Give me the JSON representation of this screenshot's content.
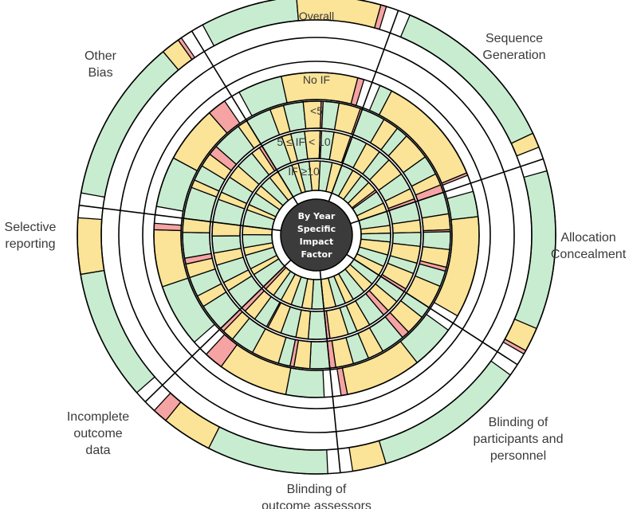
{
  "chart_data": {
    "type": "sunburst",
    "center_label": [
      "By Year",
      "Specific",
      "Impact",
      "Factor"
    ],
    "ring_labels": [
      "Overall",
      "No IF",
      "<5",
      "5 ≤ IF < 10",
      "IF ≥10"
    ],
    "domains": [
      "Sequence Generation",
      "Allocation Concealment",
      "Blinding of participants and personnel",
      "Blinding of outcome assessors",
      "Incomplete outcome data",
      "Selective reporting",
      "Other Bias"
    ],
    "domain_label_lines": [
      [
        "Sequence",
        "Generation"
      ],
      [
        "Allocation",
        "Concealment"
      ],
      [
        "Blinding of",
        "participants and",
        "personnel"
      ],
      [
        "Blinding of",
        "outcome assessors"
      ],
      [
        "Incomplete",
        "outcome",
        "data"
      ],
      [
        "Selective",
        "reporting"
      ],
      [
        "Other",
        "Bias"
      ]
    ],
    "year_sectors_per_domain": 3,
    "risk_colors": {
      "low": "#c8ecd0",
      "unclear": "#fbe397",
      "high": "#f5a3a3"
    },
    "center_color": "#3b3b3b",
    "note": "Each ring shows, per domain and year sector, the proportions of trials rated low / unclear / high risk of bias.",
    "rings": [
      {
        "name": "Overall",
        "data": [
          [
            [
              0.92,
              0.08,
              0.0
            ]
          ],
          [
            [
              0.85,
              0.13,
              0.02
            ]
          ],
          [
            [
              0.82,
              0.18,
              0.0
            ]
          ],
          [
            [
              0.65,
              0.27,
              0.08
            ]
          ],
          [
            [
              0.7,
              0.3,
              0.0
            ]
          ],
          [
            [
              0.88,
              0.1,
              0.02
            ]
          ],
          [
            [
              0.52,
              0.45,
              0.03
            ]
          ]
        ]
      },
      {
        "name": "No IF",
        "data": [
          [
            [
              0.1,
              0.88,
              0.02
            ]
          ],
          [
            [
              0.2,
              0.8,
              0.0
            ]
          ],
          [
            [
              0.35,
              0.6,
              0.05
            ]
          ],
          [
            [
              0.3,
              0.55,
              0.15
            ]
          ],
          [
            [
              0.5,
              0.45,
              0.05
            ]
          ],
          [
            [
              0.4,
              0.45,
              0.15
            ]
          ],
          [
            [
              0.35,
              0.6,
              0.05
            ]
          ]
        ]
      },
      {
        "name": "<5",
        "data": [
          [
            [
              0.6,
              0.4,
              0.0
            ],
            [
              0.3,
              0.7,
              0.0
            ],
            [
              0.5,
              0.3,
              0.2
            ]
          ],
          [
            [
              0.55,
              0.4,
              0.05
            ],
            [
              0.45,
              0.45,
              0.1
            ],
            [
              0.4,
              0.6,
              0.0
            ]
          ],
          [
            [
              0.3,
              0.5,
              0.2
            ],
            [
              0.6,
              0.4,
              0.0
            ],
            [
              0.4,
              0.45,
              0.15
            ]
          ],
          [
            [
              0.5,
              0.4,
              0.1
            ],
            [
              0.3,
              0.7,
              0.0
            ],
            [
              0.6,
              0.3,
              0.1
            ]
          ],
          [
            [
              0.7,
              0.3,
              0.0
            ],
            [
              0.5,
              0.35,
              0.15
            ],
            [
              0.65,
              0.35,
              0.0
            ]
          ],
          [
            [
              0.8,
              0.2,
              0.0
            ],
            [
              0.4,
              0.35,
              0.25
            ],
            [
              0.75,
              0.25,
              0.0
            ]
          ],
          [
            [
              0.65,
              0.35,
              0.0
            ],
            [
              0.5,
              0.45,
              0.05
            ],
            [
              0.4,
              0.55,
              0.05
            ]
          ]
        ]
      },
      {
        "name": "5 ≤ IF < 10",
        "data": [
          [
            [
              0.5,
              0.5,
              0.0
            ],
            [
              0.4,
              0.6,
              0.0
            ],
            [
              0.55,
              0.35,
              0.1
            ]
          ],
          [
            [
              0.6,
              0.4,
              0.0
            ],
            [
              0.45,
              0.55,
              0.0
            ],
            [
              0.35,
              0.55,
              0.1
            ]
          ],
          [
            [
              0.4,
              0.4,
              0.2
            ],
            [
              0.55,
              0.45,
              0.0
            ],
            [
              0.3,
              0.6,
              0.1
            ]
          ],
          [
            [
              0.6,
              0.4,
              0.0
            ],
            [
              0.5,
              0.45,
              0.05
            ],
            [
              0.45,
              0.4,
              0.15
            ]
          ],
          [
            [
              0.7,
              0.3,
              0.0
            ],
            [
              0.6,
              0.4,
              0.0
            ],
            [
              0.55,
              0.45,
              0.0
            ]
          ],
          [
            [
              0.75,
              0.25,
              0.0
            ],
            [
              0.55,
              0.45,
              0.0
            ],
            [
              0.6,
              0.3,
              0.1
            ]
          ],
          [
            [
              0.7,
              0.3,
              0.0
            ],
            [
              0.45,
              0.5,
              0.05
            ],
            [
              0.4,
              0.55,
              0.05
            ]
          ]
        ]
      },
      {
        "name": "IF ≥10",
        "data": [
          [
            [
              0.55,
              0.45,
              0.0
            ],
            [
              0.45,
              0.45,
              0.1
            ],
            [
              0.6,
              0.4,
              0.0
            ]
          ],
          [
            [
              0.65,
              0.35,
              0.0
            ],
            [
              0.4,
              0.6,
              0.0
            ],
            [
              0.55,
              0.45,
              0.0
            ]
          ],
          [
            [
              0.5,
              0.5,
              0.0
            ],
            [
              0.6,
              0.4,
              0.0
            ],
            [
              0.45,
              0.55,
              0.0
            ]
          ],
          [
            [
              0.55,
              0.45,
              0.0
            ],
            [
              0.5,
              0.5,
              0.0
            ],
            [
              0.4,
              0.45,
              0.15
            ]
          ],
          [
            [
              0.7,
              0.3,
              0.0
            ],
            [
              0.65,
              0.35,
              0.0
            ],
            [
              0.6,
              0.4,
              0.0
            ]
          ],
          [
            [
              0.75,
              0.25,
              0.0
            ],
            [
              0.6,
              0.4,
              0.0
            ],
            [
              0.55,
              0.45,
              0.0
            ]
          ],
          [
            [
              0.7,
              0.3,
              0.0
            ],
            [
              0.5,
              0.5,
              0.0
            ],
            [
              0.55,
              0.45,
              0.0
            ]
          ]
        ]
      }
    ]
  }
}
